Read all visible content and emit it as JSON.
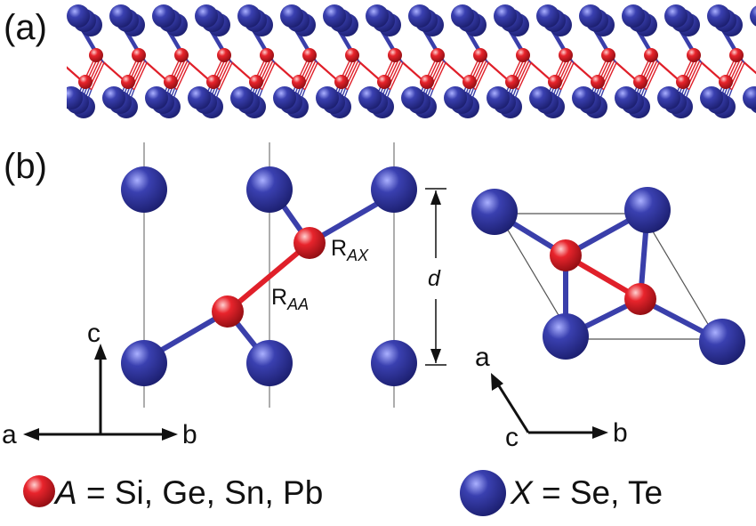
{
  "panels": {
    "a_label": "(a)",
    "b_label": "(b)"
  },
  "annotations": {
    "r_ax_main": "R",
    "r_ax_sub": "AX",
    "r_aa_main": "R",
    "r_aa_sub": "AA",
    "d_label": "d"
  },
  "axes_side": {
    "c": "c",
    "a": "a",
    "b": "b"
  },
  "axes_top": {
    "a": "a",
    "c": "c",
    "b": "b"
  },
  "legend": {
    "a_symbol": "A",
    "a_text": " = Si, Ge, Sn, Pb",
    "x_symbol": "X",
    "x_text": " = Se, Te"
  },
  "colors": {
    "atom_a": "#e0202a",
    "atom_x": "#2e3192",
    "bond_a": "#e0202a",
    "bond_x": "#3a3faa",
    "cell_line": "#777777",
    "text": "#111111"
  }
}
